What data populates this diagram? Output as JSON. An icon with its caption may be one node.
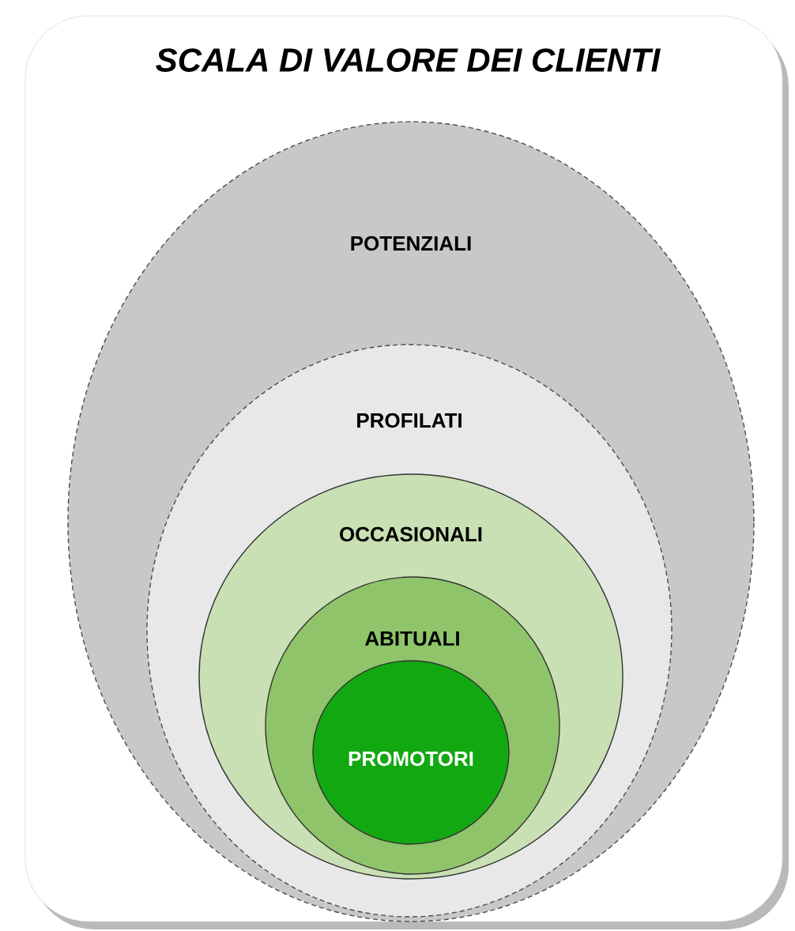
{
  "diagram": {
    "title": "SCALA DI VALORE DEI CLIENTI",
    "nodes": [
      {
        "text": [
          "POTENZIALI"
        ]
      },
      {
        "text": [
          "PROFILATI"
        ],
        "in": 0
      },
      {
        "text": [
          "OCCASIONALI"
        ],
        "in": 1
      },
      {
        "text": [
          "ABITUALI"
        ],
        "in": 2
      },
      {
        "text": [
          "PROMOTORI"
        ],
        "in": 3
      }
    ]
  }
}
